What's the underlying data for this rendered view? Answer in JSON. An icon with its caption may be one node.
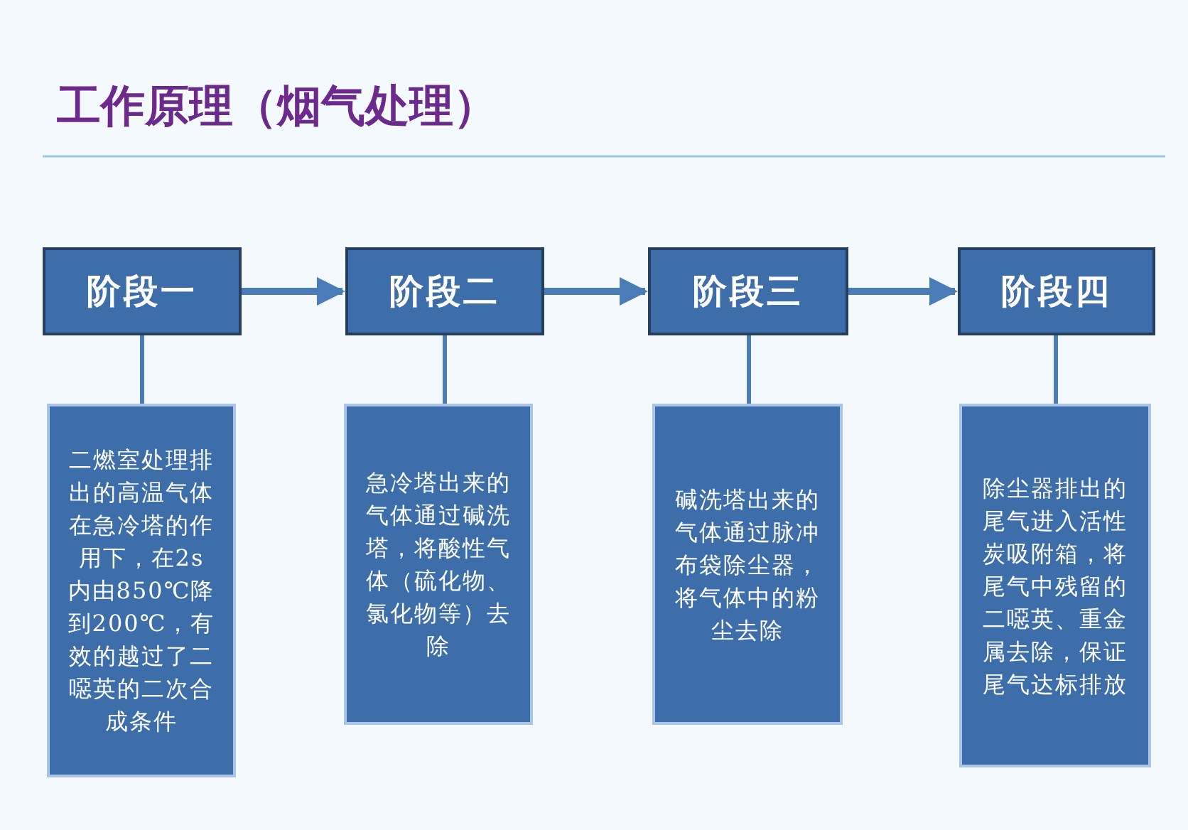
{
  "diagram": {
    "title": "工作原理（烟气处理）",
    "nodes": [
      {
        "text": [
          "阶段一"
        ]
      },
      {
        "text": [
          "阶段二"
        ]
      },
      {
        "text": [
          "阶段三"
        ]
      },
      {
        "text": [
          "阶段四"
        ]
      },
      {
        "text": [
          "二燃室处理排出的高温气体在急冷塔的作用下，在2s内由850℃降到200℃，有效的越过了二噁英的二次合成条件"
        ]
      },
      {
        "text": [
          "急冷塔出来的气体通过碱洗塔，将酸性气体（硫化物、氯化物等）去除"
        ]
      },
      {
        "text": [
          "碱洗塔出来的气体通过脉冲布袋除尘器，将气体中的粉尘去除"
        ]
      },
      {
        "text": [
          "除尘器排出的尾气进入活性炭吸附箱，将尾气中残留的二噁英、重金属去除，保证尾气达标排放"
        ]
      }
    ],
    "edges": [
      {
        "from": 0,
        "to": 1,
        "arrow": "to"
      },
      {
        "from": 1,
        "to": 2,
        "arrow": "to"
      },
      {
        "from": 2,
        "to": 3,
        "arrow": "to"
      },
      {
        "from": 0,
        "to": 4,
        "arrow": "none"
      },
      {
        "from": 1,
        "to": 5,
        "arrow": "none"
      },
      {
        "from": 2,
        "to": 6,
        "arrow": "none"
      },
      {
        "from": 3,
        "to": 7,
        "arrow": "none"
      }
    ]
  }
}
